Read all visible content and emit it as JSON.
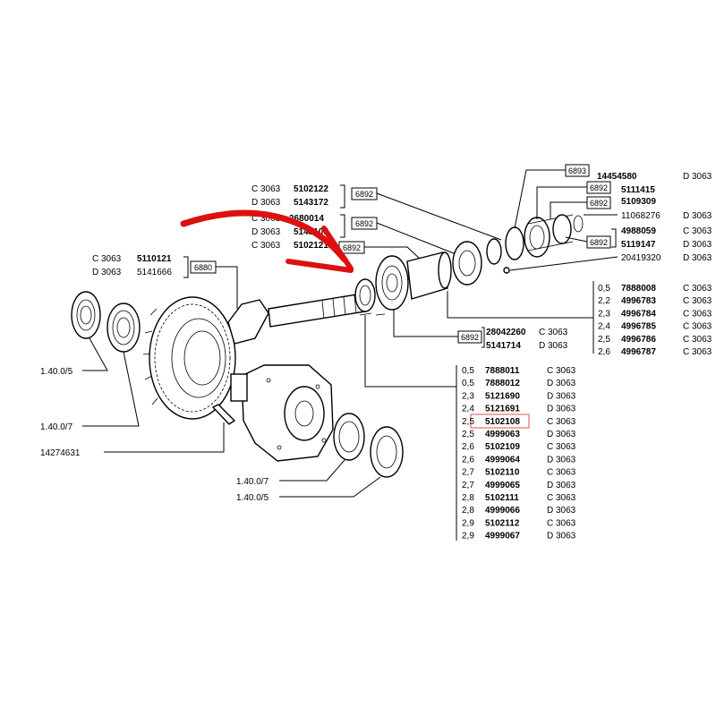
{
  "labels_left": {
    "group_6880": {
      "ref": "6880",
      "rows": [
        {
          "code": "C 3063",
          "pn": "5110121"
        },
        {
          "code": "D 3063",
          "pn": "5141666"
        }
      ]
    },
    "ref_14040_5_top": "1.40.0/5",
    "ref_14040_7_top": "1.40.0/7",
    "pn_bolt": "14274631",
    "ref_14040_7_bottom": "1.40.0/7",
    "ref_14040_5_bottom": "1.40.0/5"
  },
  "labels_top_mid": {
    "ref_a": "6892",
    "ref_b": "6892",
    "ref_c": "6892",
    "rows": [
      {
        "code": "C 3063",
        "pn": "5102122"
      },
      {
        "code": "D 3063",
        "pn": "5143172"
      },
      {
        "code": "C 3063",
        "pn": "2680014"
      },
      {
        "code": "D 3063",
        "pn": "5143105"
      },
      {
        "code": "C 3063",
        "pn": "5102121"
      }
    ]
  },
  "labels_top_right": {
    "ref_6893": "6893",
    "ref_6892_a": "6892",
    "ref_6892_b": "6892",
    "ref_6892_c": "6892",
    "rows": [
      {
        "pn": "14454580",
        "code": "D 3063"
      },
      {
        "pn": "5111415",
        "code": ""
      },
      {
        "pn": "5109309",
        "code": ""
      },
      {
        "pn": "11068276",
        "code": "D 3063"
      },
      {
        "pn": "4988059",
        "code": "C 3063"
      },
      {
        "pn": "5119147",
        "code": "D 3063"
      },
      {
        "pn": "20419320",
        "code": "D 3063"
      }
    ]
  },
  "table_right": [
    {
      "size": "0,5",
      "pn": "7888008",
      "code": "C 3063"
    },
    {
      "size": "2,2",
      "pn": "4996783",
      "code": "C 3063"
    },
    {
      "size": "2,3",
      "pn": "4996784",
      "code": "C 3063"
    },
    {
      "size": "2,4",
      "pn": "4996785",
      "code": "C 3063"
    },
    {
      "size": "2,5",
      "pn": "4996786",
      "code": "C 3063"
    },
    {
      "size": "2,6",
      "pn": "4996787",
      "code": "C 3063"
    }
  ],
  "middle_block": {
    "ref": "6892",
    "rows": [
      {
        "pn": "28042260",
        "code": "C 3063"
      },
      {
        "pn": "5141714",
        "code": "D 3063"
      }
    ]
  },
  "table_bottom": [
    {
      "size": "0,5",
      "pn": "7888011",
      "code": "C 3063"
    },
    {
      "size": "0,5",
      "pn": "7888012",
      "code": "D 3063"
    },
    {
      "size": "2,3",
      "pn": "5121690",
      "code": "D 3063"
    },
    {
      "size": "2,4",
      "pn": "5121691",
      "code": "D 3063"
    },
    {
      "size": "2,5",
      "pn": "5102108",
      "code": "C 3063"
    },
    {
      "size": "2,5",
      "pn": "4999063",
      "code": "D 3063"
    },
    {
      "size": "2,6",
      "pn": "5102109",
      "code": "C 3063"
    },
    {
      "size": "2,6",
      "pn": "4999064",
      "code": "D 3063"
    },
    {
      "size": "2,7",
      "pn": "5102110",
      "code": "C 3063"
    },
    {
      "size": "2,7",
      "pn": "4999065",
      "code": "D 3063"
    },
    {
      "size": "2,8",
      "pn": "5102111",
      "code": "C 3063"
    },
    {
      "size": "2,8",
      "pn": "4999066",
      "code": "D 3063"
    },
    {
      "size": "2,9",
      "pn": "5102112",
      "code": "C 3063"
    },
    {
      "size": "2,9",
      "pn": "4999067",
      "code": "D 3063"
    }
  ],
  "highlight_color": "#e05050",
  "arrow_color": "#dd1010"
}
